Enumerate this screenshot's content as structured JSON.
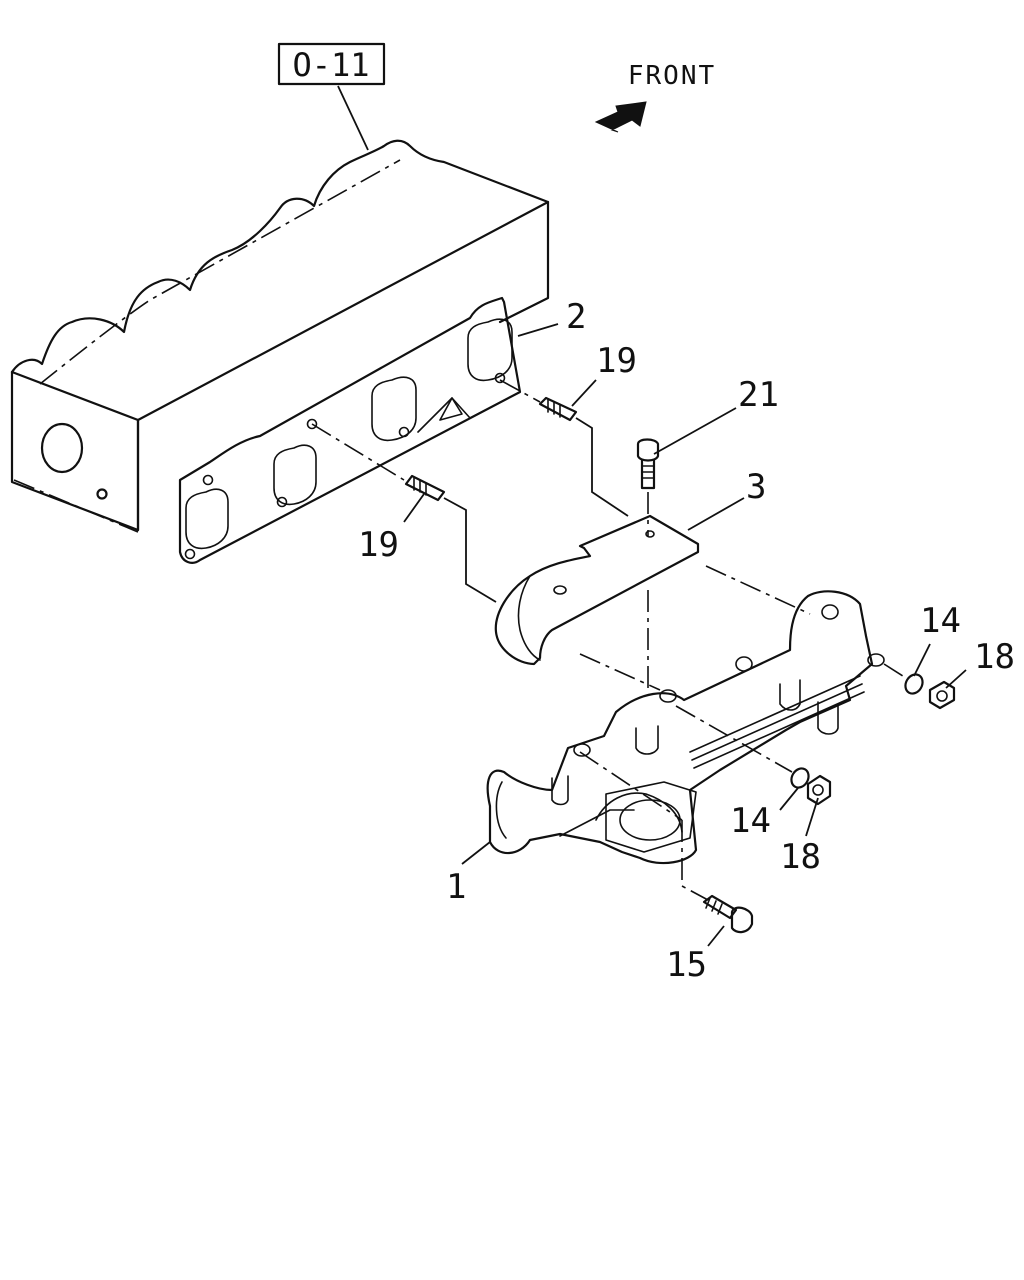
{
  "reference_box": {
    "label": "O-11"
  },
  "direction": {
    "label": "FRONT",
    "icon": "front-arrow-icon"
  },
  "callouts": [
    {
      "id": "c1",
      "label": "1",
      "part": "exhaust-manifold-front"
    },
    {
      "id": "c2",
      "label": "2",
      "part": "manifold-gasket"
    },
    {
      "id": "c3",
      "label": "3",
      "part": "heat-shield-bracket"
    },
    {
      "id": "c14a",
      "label": "14",
      "part": "washer"
    },
    {
      "id": "c14b",
      "label": "14",
      "part": "washer"
    },
    {
      "id": "c15",
      "label": "15",
      "part": "flange-bolt"
    },
    {
      "id": "c18a",
      "label": "18",
      "part": "nut"
    },
    {
      "id": "c18b",
      "label": "18",
      "part": "nut"
    },
    {
      "id": "c19a",
      "label": "19",
      "part": "stud"
    },
    {
      "id": "c19b",
      "label": "19",
      "part": "stud"
    },
    {
      "id": "c21",
      "label": "21",
      "part": "bracket-bolt"
    }
  ]
}
